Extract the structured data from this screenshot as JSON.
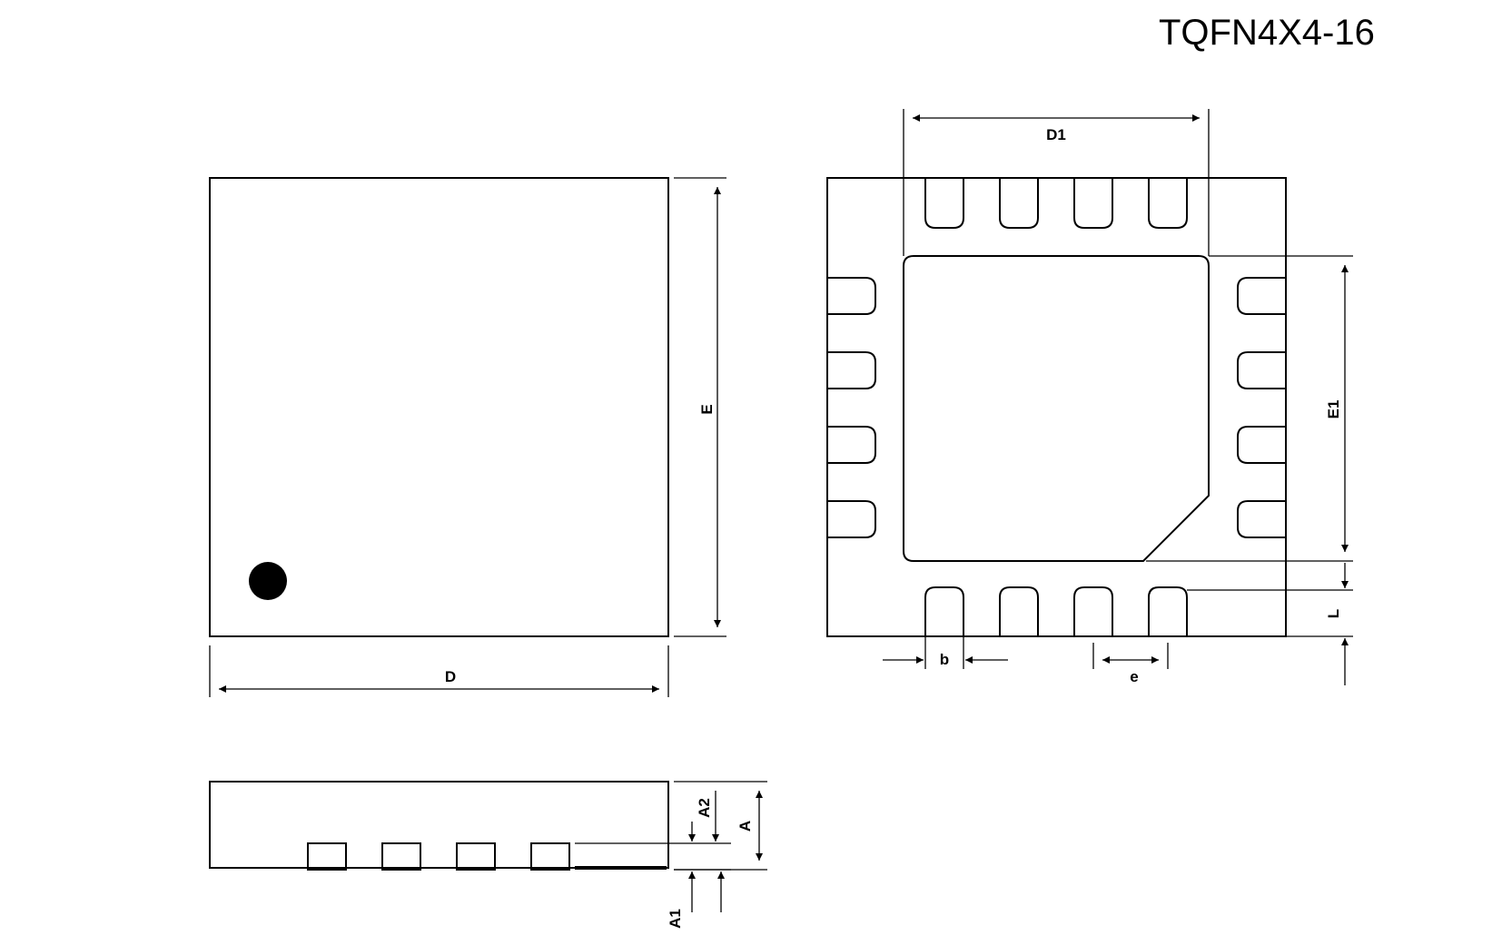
{
  "title": "TQFN4X4-16",
  "dimension_labels": {
    "D": "D",
    "E": "E",
    "D1": "D1",
    "E1": "E1",
    "b": "b",
    "e": "e",
    "L": "L",
    "A": "A",
    "A1": "A1",
    "A2": "A2"
  },
  "package": {
    "pins_per_side": 4,
    "total_pins": 16,
    "top_view_marker": "pin-1-dot"
  },
  "colors": {
    "line": "#000000",
    "background": "#ffffff"
  }
}
